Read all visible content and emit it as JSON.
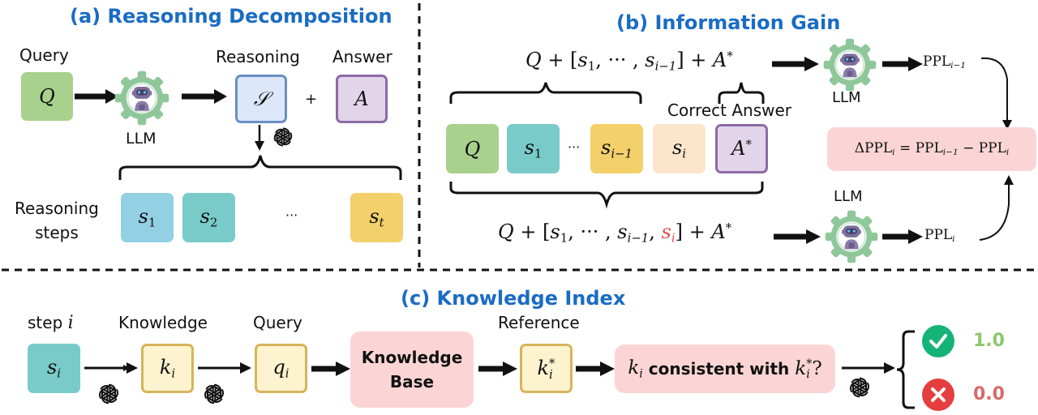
{
  "panels": {
    "a": {
      "title": "(a) Reasoning Decomposition",
      "query_label": "Query",
      "query_symbol": "Q",
      "llm_label": "LLM",
      "reasoning_label": "Reasoning",
      "reasoning_symbol": "𝒮",
      "plus": "+",
      "answer_label": "Answer",
      "answer_symbol": "A",
      "steps_label_line1": "Reasoning",
      "steps_label_line2": "steps",
      "steps": [
        {
          "base": "s",
          "sub": "1"
        },
        {
          "base": "s",
          "sub": "2"
        },
        {
          "base": "s",
          "sub": "t"
        }
      ],
      "ellipsis": "···"
    },
    "b": {
      "title": "(b) Information Gain",
      "formula_top": {
        "q": "Q",
        "plus1": " + [",
        "s1": "s",
        "s1_sub": "1",
        "mid": ", ··· , ",
        "si1": "s",
        "si1_sub": "i−1",
        "close": "] + ",
        "a": "A",
        "a_sup": "*"
      },
      "correct_answer_label": "Correct Answer",
      "llm_label_top": "LLM",
      "llm_label_bottom": "LLM",
      "ppl_top": {
        "base": "PPL",
        "sub": "i−1"
      },
      "ppl_bottom": {
        "base": "PPL",
        "sub": "i"
      },
      "sequence": [
        {
          "base": "Q",
          "sub": ""
        },
        {
          "base": "s",
          "sub": "1"
        },
        {
          "base": "s",
          "sub": "i−1"
        },
        {
          "base": "s",
          "sub": "i"
        },
        {
          "base": "A",
          "sup": "*"
        }
      ],
      "ellipsis": "···",
      "delta_formula": {
        "lhs": "ΔPPL",
        "lhs_sub": "i",
        "eq": " = PPL",
        "mid_sub": "i−1",
        "minus": " − PPL",
        "rhs_sub": "i"
      },
      "formula_bottom": {
        "q": "Q",
        "plus1": " + [",
        "s1": "s",
        "s1_sub": "1",
        "mid": ", ··· , ",
        "si1": "s",
        "si1_sub": "i−1",
        "comma": ", ",
        "si": "s",
        "si_sub": "i",
        "close": "] + ",
        "a": "A",
        "a_sup": "*"
      }
    },
    "c": {
      "title": "(c) Knowledge Index",
      "step_label": "step",
      "step_var": "i",
      "knowledge_label": "Knowledge",
      "query_label": "Query",
      "reference_label": "Reference",
      "s_i": {
        "base": "s",
        "sub": "i"
      },
      "k_i": {
        "base": "k",
        "sub": "i"
      },
      "q_i": {
        "base": "q",
        "sub": "i"
      },
      "k_star": {
        "base": "k",
        "sub": "i",
        "sup": "*"
      },
      "kb_line1": "Knowledge",
      "kb_line2": "Base",
      "check_text_pre": "k",
      "check_text_pre_sub": "i",
      "check_text_mid": " consistent with ",
      "check_text_k": "k",
      "check_text_k_sub": "i",
      "check_text_k_sup": "*",
      "check_text_q": "?",
      "score_true": "1.0",
      "score_false": "0.0"
    }
  },
  "colors": {
    "title_blue": "#1a6cc4",
    "green_box": "#a8d18d",
    "teal_box": "#79cbc9",
    "light_blue_box": "#93d0e4",
    "yellow_box": "#f3d06a",
    "peach_box": "#fde5cc",
    "lavender_box": "#e3d5e9",
    "purple_border": "#8e6aa6",
    "s_box_fill": "#dce8fa",
    "s_box_border": "#6a8fc4",
    "k_box_fill": "#fdf3cf",
    "k_box_border": "#d6b45a",
    "pink_box": "#fbd5d5",
    "gear_green": "#8fc79a",
    "check_green": "#14b478",
    "cross_red": "#e63e3e",
    "score_green": "#8cc76e",
    "score_red": "#d96a6a"
  },
  "icons": {
    "llm": "robot-gear-icon",
    "openai": "openai-logo-icon",
    "check": "check-circle-icon",
    "cross": "cross-circle-icon"
  }
}
